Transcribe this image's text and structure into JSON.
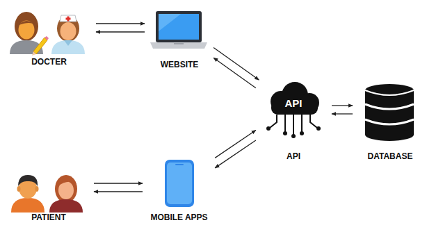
{
  "diagram": {
    "nodes": [
      {
        "text": [
          "DOCTER"
        ]
      },
      {
        "text": [
          "WEBSITE"
        ]
      },
      {
        "text": [
          "API",
          "API"
        ]
      },
      {
        "text": [
          "DATABASE"
        ]
      },
      {
        "text": [
          "PATIENT"
        ]
      },
      {
        "text": [
          "MOBILE APPS"
        ]
      }
    ],
    "edges": [
      {
        "from": 0,
        "to": 1,
        "arrow": "to"
      },
      {
        "from": 1,
        "to": 0,
        "arrow": "to"
      },
      {
        "from": 1,
        "to": 2,
        "arrow": "to"
      },
      {
        "from": 2,
        "to": 1,
        "arrow": "to"
      },
      {
        "from": 2,
        "to": 3,
        "arrow": "to"
      },
      {
        "from": 3,
        "to": 2,
        "arrow": "to"
      },
      {
        "from": 4,
        "to": 5,
        "arrow": "to"
      },
      {
        "from": 5,
        "to": 4,
        "arrow": "to"
      },
      {
        "from": 5,
        "to": 2,
        "arrow": "to"
      },
      {
        "from": 2,
        "to": 5,
        "arrow": "to"
      }
    ]
  }
}
